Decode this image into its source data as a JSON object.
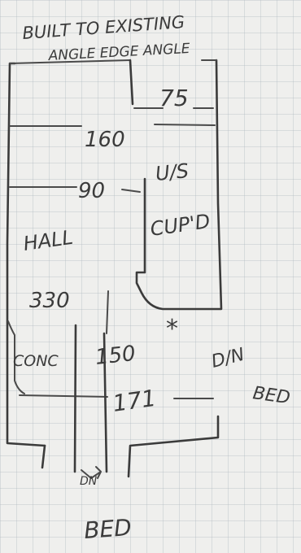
{
  "title_line1": "BUILT TO EXISTING",
  "title_line2": "ANGLE EDGE ANGLE",
  "dims": {
    "d75": "75",
    "d160": "160",
    "d90": "90",
    "d330": "330",
    "d150": "150",
    "d171": "171"
  },
  "labels": {
    "uls": "U/S",
    "cupd": "CUP'D",
    "hall": "HALL",
    "conc": "CONC",
    "dn": "D/N",
    "bed_right": "BED",
    "bed_bottom": "BED",
    "dn_bottom": "DN",
    "star": "*"
  },
  "colors": {
    "paper": "#efefed",
    "grid": "#aab4be",
    "ink": "#3b3b3b"
  }
}
